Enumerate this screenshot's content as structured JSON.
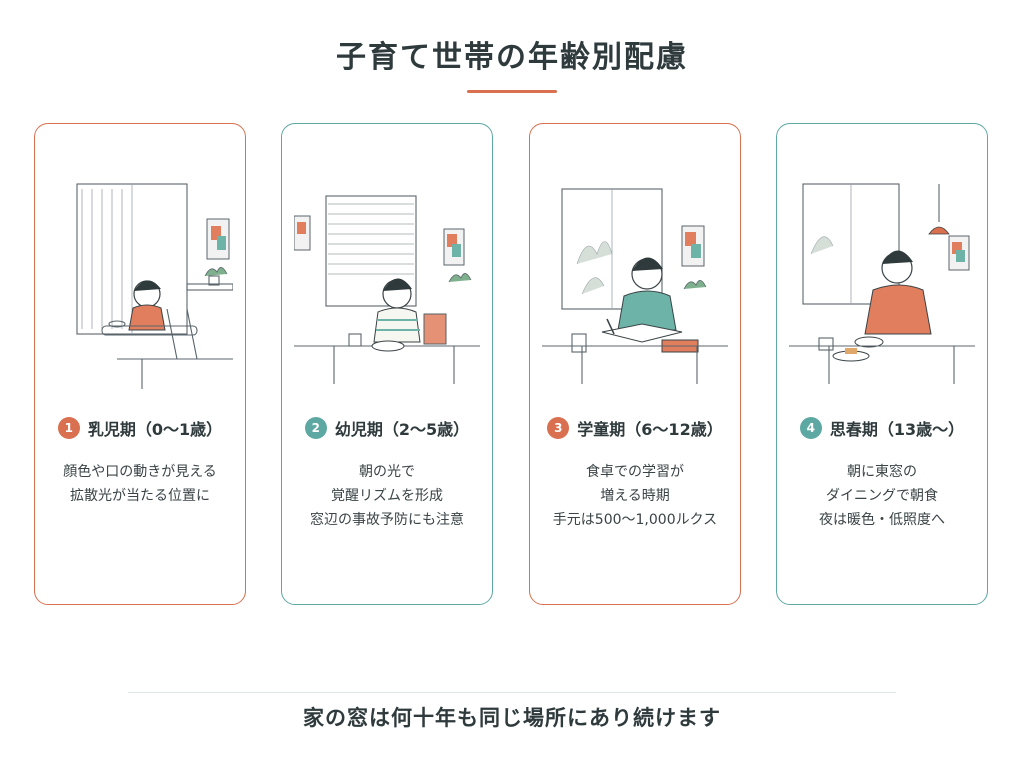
{
  "title": "子育て世帯の年齢別配慮",
  "footer": "家の窓は何十年も同じ場所にあり続けます",
  "colors": {
    "accent": "#d9704f",
    "teal": "#5ea8a3",
    "text": "#2f3a3c"
  },
  "cards": [
    {
      "number": "1",
      "heading": "乳児期（0〜1歳）",
      "lines": [
        "顔色や口の動きが見える",
        "拡散光が当たる位置に"
      ],
      "illustration": "baby-in-highchair"
    },
    {
      "number": "2",
      "heading": "幼児期（2〜5歳）",
      "lines": [
        "朝の光で",
        "覚醒リズムを形成",
        "窓辺の事故予防にも注意"
      ],
      "illustration": "toddler-eating"
    },
    {
      "number": "3",
      "heading": "学童期（6〜12歳）",
      "lines": [
        "食卓での学習が",
        "増える時期",
        "手元は500〜1,000ルクス"
      ],
      "illustration": "child-studying"
    },
    {
      "number": "4",
      "heading": "思春期（13歳〜）",
      "lines": [
        "朝に東窓の",
        "ダイニングで朝食",
        "夜は暖色・低照度へ"
      ],
      "illustration": "teen-breakfast"
    }
  ]
}
